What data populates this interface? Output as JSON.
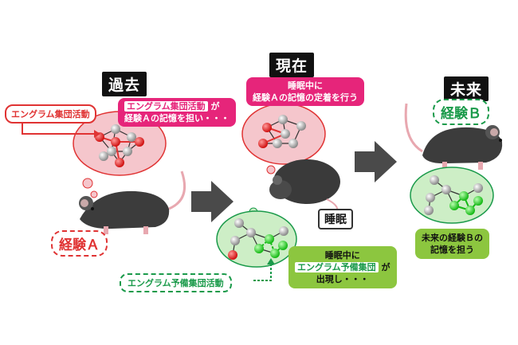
{
  "periods": {
    "past": "過去",
    "present": "現在",
    "future": "未来"
  },
  "past": {
    "engram_tag": "エングラム集団活動",
    "bubble_highlight": "エングラム集団活動",
    "bubble_line1_suffix": "が",
    "bubble_line2": "経験Ａの記憶を担い・・・",
    "experience": "経験Ａ"
  },
  "present": {
    "bubble_line1": "睡眠中に",
    "bubble_line2": "経験Ａの記憶の定着を行う",
    "sleep_label": "睡眠",
    "green_line1": "睡眠中に",
    "green_highlight": "エングラム予備集団",
    "green_line2_suffix": "が",
    "green_line3": "出現し・・・",
    "preengram_tag": "エングラム予備集団活動"
  },
  "future": {
    "experience": "経験Ｂ",
    "green_line1": "未来の経験Ｂの",
    "green_line2": "記憶を担う"
  },
  "colors": {
    "engram_red": "#e03333",
    "pink": "#e6257a",
    "green": "#1a9a4a",
    "light_green": "#8cc63f",
    "pink_fill": "#f5c6cc",
    "green_fill": "#cdeec6"
  }
}
